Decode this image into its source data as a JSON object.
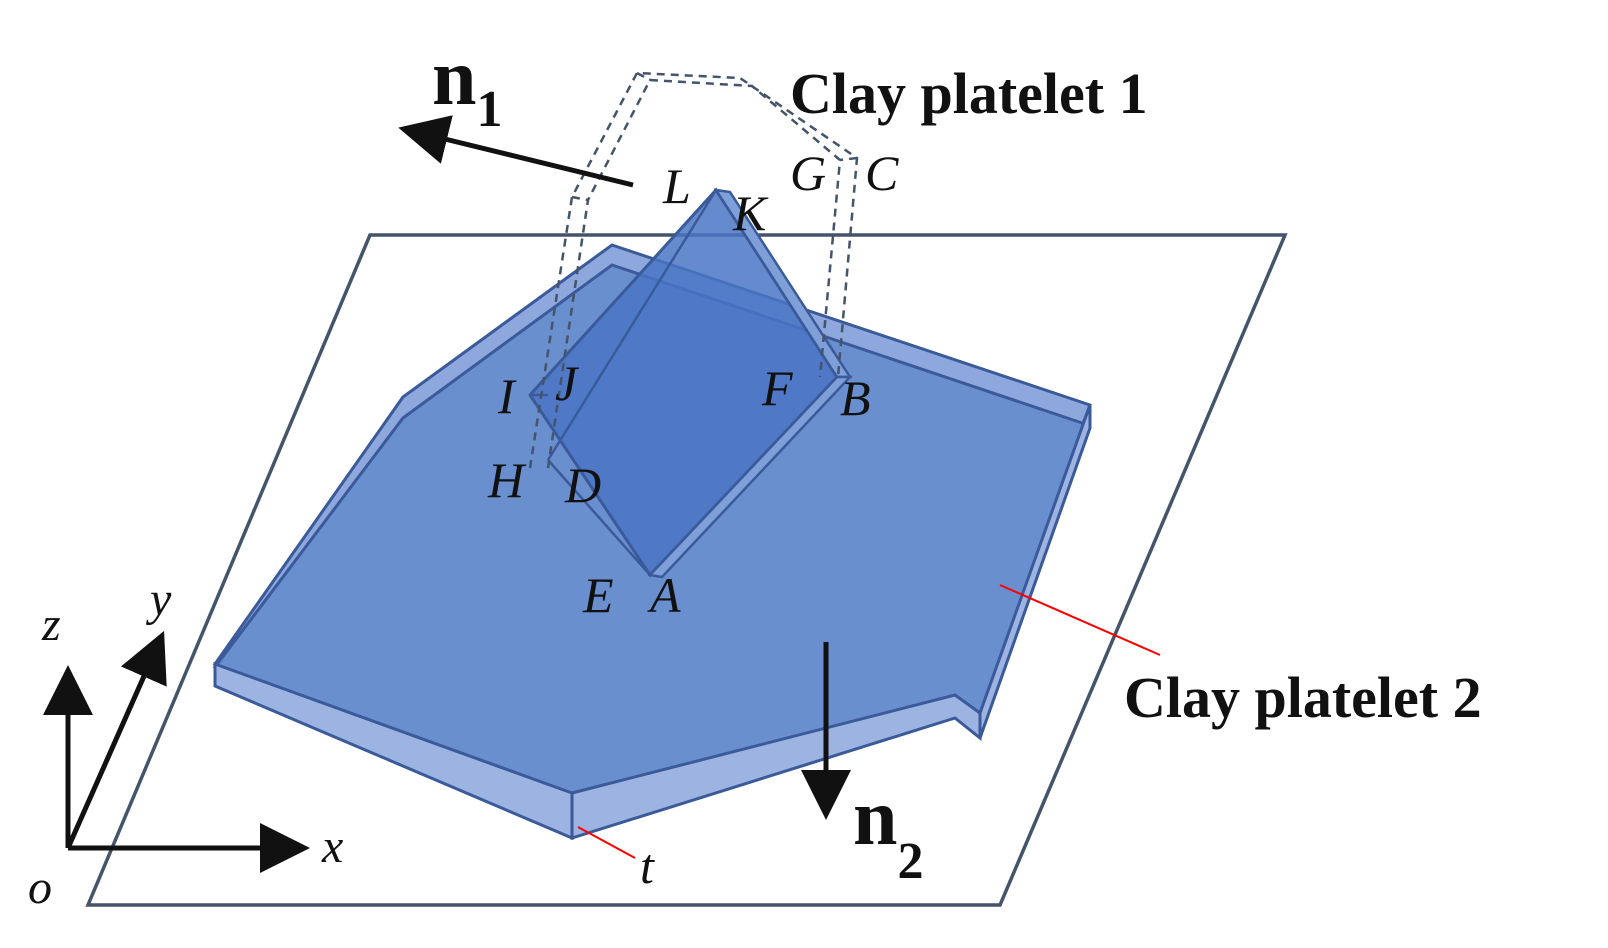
{
  "colors": {
    "plane_edge": "#44546a",
    "platelet_fill": "#4472c4",
    "platelet_edge": "#3a5a9a",
    "dashed_edge": "#44546a",
    "leader": "#ff0000",
    "ink": "#111111"
  },
  "captions": {
    "platelet1": "Clay platelet 1",
    "platelet2": "Clay platelet 2"
  },
  "vectors": {
    "n1": {
      "base": "n",
      "sub": "1"
    },
    "n2": {
      "base": "n",
      "sub": "2"
    }
  },
  "thickness_label": "t",
  "points": {
    "A": "A",
    "B": "B",
    "C": "C",
    "D": "D",
    "E": "E",
    "F": "F",
    "G": "G",
    "H": "H",
    "I": "I",
    "J": "J",
    "K": "K",
    "L": "L"
  },
  "axes": {
    "x": "x",
    "y": "y",
    "z": "z",
    "origin": "o"
  }
}
